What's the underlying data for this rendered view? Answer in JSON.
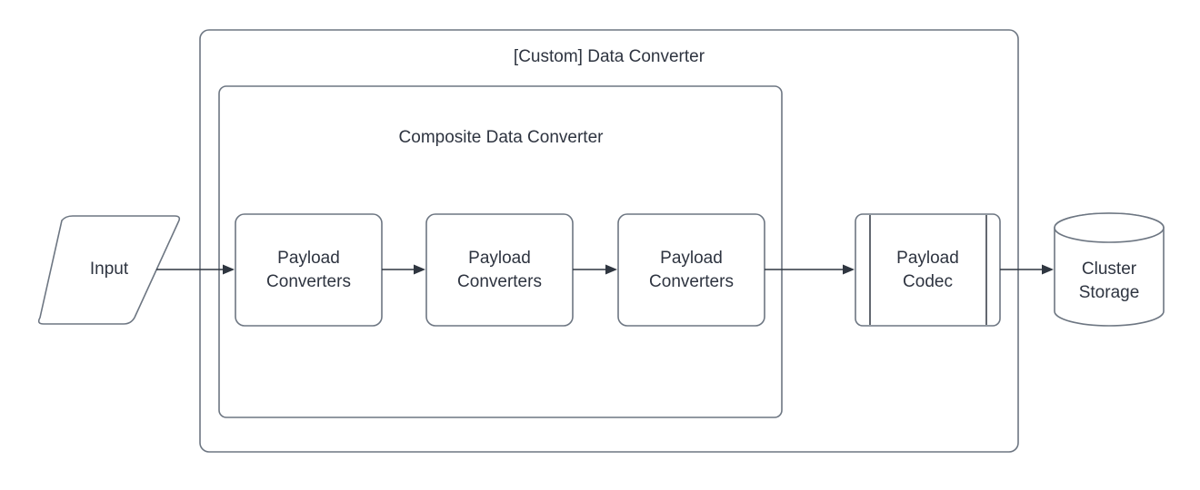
{
  "diagram": {
    "title": "[Custom] Data Converter",
    "background_color": "#ffffff",
    "stroke_color": "#6d7682",
    "connector_color": "#2f3640",
    "text_color": "#2e3440",
    "containers": [
      {
        "id": "custom-data-converter",
        "label": "[Custom] Data Converter",
        "shape": "rounded-rect"
      },
      {
        "id": "composite-data-converter",
        "label": "Composite Data Converter",
        "shape": "rounded-rect"
      }
    ],
    "nodes": [
      {
        "id": "input",
        "label": "Input",
        "shape": "parallelogram"
      },
      {
        "id": "payload-converters-1",
        "label_line1": "Payload",
        "label_line2": "Converters",
        "shape": "rounded-rect"
      },
      {
        "id": "payload-converters-2",
        "label_line1": "Payload",
        "label_line2": "Converters",
        "shape": "rounded-rect"
      },
      {
        "id": "payload-converters-3",
        "label_line1": "Payload",
        "label_line2": "Converters",
        "shape": "rounded-rect"
      },
      {
        "id": "payload-codec",
        "label_line1": "Payload",
        "label_line2": "Codec",
        "shape": "predefined-process"
      },
      {
        "id": "cluster-storage",
        "label_line1": "Cluster",
        "label_line2": "Storage",
        "shape": "cylinder"
      }
    ],
    "edges": [
      {
        "id": "input-to-converters-1",
        "from": "input",
        "to": "payload-converters-1"
      },
      {
        "id": "converters-1-to-converters-2",
        "from": "payload-converters-1",
        "to": "payload-converters-2"
      },
      {
        "id": "converters-2-to-converters-3",
        "from": "payload-converters-2",
        "to": "payload-converters-3"
      },
      {
        "id": "converters-3-to-codec",
        "from": "payload-converters-3",
        "to": "payload-codec"
      },
      {
        "id": "codec-to-storage",
        "from": "payload-codec",
        "to": "cluster-storage"
      }
    ]
  }
}
